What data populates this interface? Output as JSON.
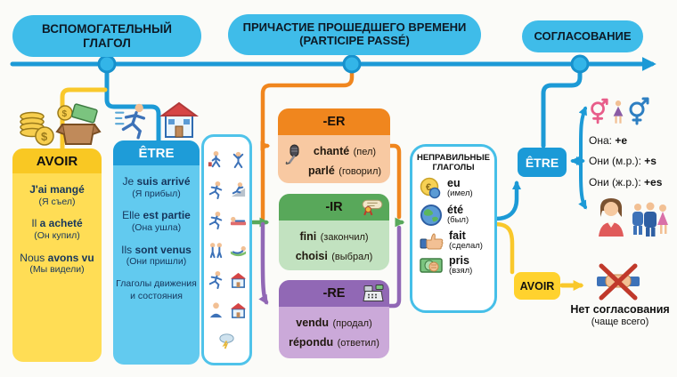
{
  "colors": {
    "header_pill": "#3FBCE9",
    "timeline_blue": "#1C9AD6",
    "avoir_yellow": "#F9C823",
    "etre_blue": "#1E9CD8",
    "er_orange": "#F0861E",
    "ir_green": "#58A85A",
    "re_purple": "#9168B5"
  },
  "headers": {
    "auxiliary": "ВСПОМОГАТЕЛЬНЫЙ ГЛАГОЛ",
    "participle_line1": "ПРИЧАСТИЕ ПРОШЕДШЕГО ВРЕМЕНИ",
    "participle_line2": "(PARTICIPE PASSÉ)",
    "agreement": "СОГЛАСОВАНИЕ"
  },
  "avoir_box": {
    "title": "AVOIR",
    "icons": [
      "coins-icon",
      "money-box-icon"
    ],
    "examples": [
      {
        "fr_plain": "",
        "fr_bold": "J'ai mangé",
        "ru": "(Я съел)"
      },
      {
        "fr_plain": "Il ",
        "fr_bold": "a acheté",
        "ru": "(Он купил)"
      },
      {
        "fr_plain": "Nous ",
        "fr_bold": "avons vu",
        "ru": "(Мы видели)"
      }
    ]
  },
  "etre_box": {
    "title": "ÊTRE",
    "icons": [
      "running-person-icon",
      "house-icon"
    ],
    "examples": [
      {
        "fr_plain": "Je ",
        "fr_bold": "suis arrivé",
        "ru": "(Я прибыл)"
      },
      {
        "fr_plain": "Elle ",
        "fr_bold": "est partie",
        "ru": "(Она ушла)"
      },
      {
        "fr_plain": "Ils ",
        "fr_bold": "sont venus",
        "ru": "(Они пришли)"
      }
    ],
    "note": "Глаголы движения и состояния"
  },
  "movement_icons": [
    "suitcase-walker",
    "jumping-person",
    "running-person",
    "climbing-person",
    "running-person",
    "lying-person",
    "walking-pair",
    "hammock-rest",
    "running-person",
    "house",
    "person-bust",
    "house",
    "storm-cloud"
  ],
  "endings": [
    {
      "suffix": "-ER",
      "icon": "microphone-icon",
      "items": [
        {
          "word": "chanté",
          "ru": "(пел)"
        },
        {
          "word": "parlé",
          "ru": "(говорил)"
        }
      ]
    },
    {
      "suffix": "-IR",
      "icon": "diploma-icon",
      "items": [
        {
          "word": "fini",
          "ru": "(закончил)"
        },
        {
          "word": "choisi",
          "ru": "(выбрал)"
        }
      ]
    },
    {
      "suffix": "-RE",
      "icon": "cash-register-icon",
      "items": [
        {
          "word": "vendu",
          "ru": "(продал)"
        },
        {
          "word": "répondu",
          "ru": "(ответил)"
        }
      ]
    }
  ],
  "irregular": {
    "title": "НЕПРАВИЛЬНЫЕ ГЛАГОЛЫ",
    "items": [
      {
        "word": "eu",
        "ru": "(имел)",
        "icon": "euro-coins-icon"
      },
      {
        "word": "été",
        "ru": "(был)",
        "icon": "globe-icon"
      },
      {
        "word": "fait",
        "ru": "(сделал)",
        "icon": "thumbs-up-icon"
      },
      {
        "word": "pris",
        "ru": "(взял)",
        "icon": "banknote-icon"
      }
    ]
  },
  "agreement": {
    "etre_label": "ÊTRE",
    "gender_icons": [
      "female-symbol",
      "woman-figure",
      "male-symbol"
    ],
    "rules": [
      {
        "plain": "Она: ",
        "bold": "+e"
      },
      {
        "plain": "Они (м.р.): ",
        "bold": "+s"
      },
      {
        "plain": "Они (ж.р.): ",
        "bold": "+es"
      }
    ],
    "people_icons": [
      "woman-portrait",
      "people-group"
    ],
    "avoir_label": "AVOIR",
    "no_agreement_icon": "crossed-handshake-icon",
    "no_agreement_title": "Нет согласования",
    "no_agreement_note": "(чаще всего)"
  }
}
